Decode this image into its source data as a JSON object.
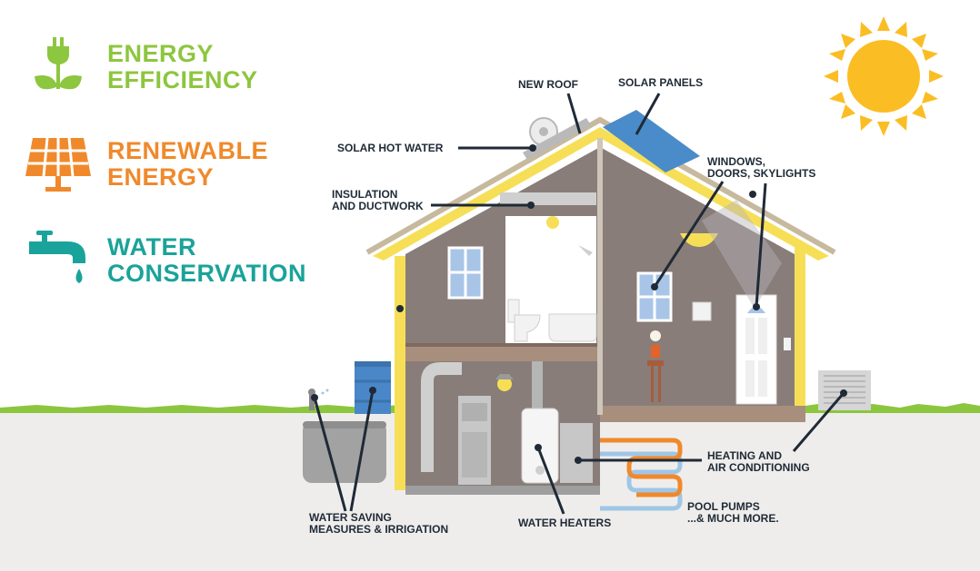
{
  "legend": {
    "energy": {
      "line1": "ENERGY",
      "line2": "EFFICIENCY",
      "icon": "plug-leaf-icon"
    },
    "renewable": {
      "line1": "RENEWABLE",
      "line2": "ENERGY",
      "icon": "solar-panel-icon"
    },
    "water": {
      "line1": "WATER",
      "line2": "CONSERVATION",
      "icon": "faucet-icon"
    }
  },
  "callouts": {
    "new_roof": "NEW ROOF",
    "solar_panels": "SOLAR PANELS",
    "solar_hot_water": "SOLAR HOT WATER",
    "windows": {
      "line1": "WINDOWS,",
      "line2": "DOORS, SKYLIGHTS"
    },
    "insulation": {
      "line1": "INSULATION",
      "line2": "AND DUCTWORK"
    },
    "heating": {
      "line1": "HEATING AND",
      "line2": "AIR CONDITIONING"
    },
    "pool": {
      "line1": "POOL PUMPS",
      "line2": "...& MUCH MORE."
    },
    "water_saving": {
      "line1": "WATER SAVING",
      "line2": "MEASURES & IRRIGATION"
    },
    "water_heaters": "WATER HEATERS"
  },
  "colors": {
    "green": "#8dc63f",
    "orange": "#f0892b",
    "teal": "#1aa39a",
    "text_dark": "#1f2a36",
    "sun": "#fbbd24"
  }
}
